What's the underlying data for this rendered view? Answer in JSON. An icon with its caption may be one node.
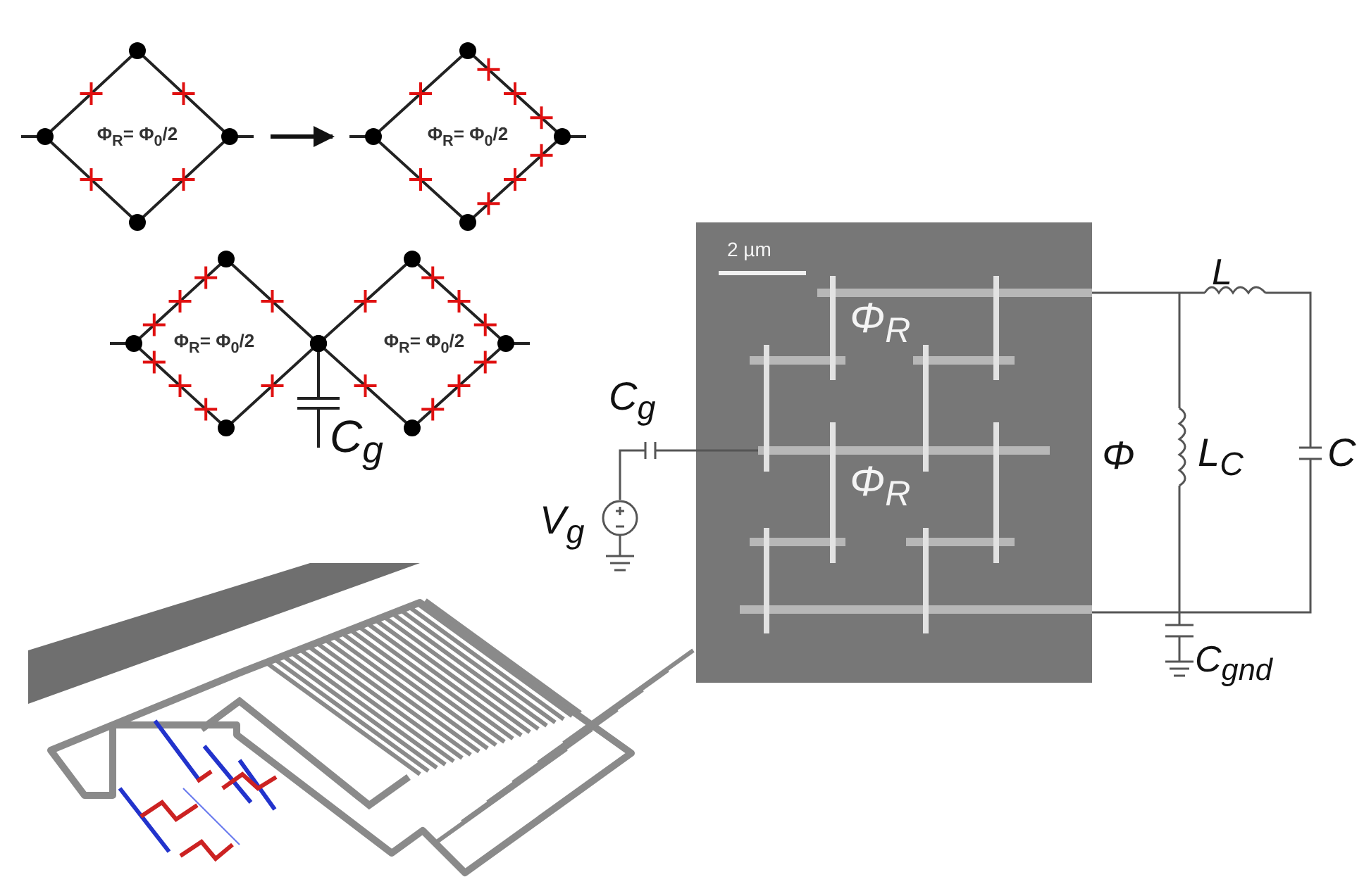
{
  "diagram": {
    "nodes": [
      {
        "text": [
          "Φ$_{R}$= Φ$_{0}$/2"
        ]
      },
      {
        "text": [
          "Φ$_{R}$= Φ$_{0}$/2"
        ]
      },
      {
        "text": [
          "Φ$_{R}$= Φ$_{0}$/2"
        ]
      },
      {
        "text": [
          "Φ$_{R}$= Φ$_{0}$/2"
        ]
      }
    ],
    "edges": [
      {
        "from": 0,
        "to": 1,
        "arrow": "to"
      }
    ],
    "labels": [
      "C$_{g}$",
      "2 µm",
      "L",
      "Φ$_{R}$",
      "C$_{g}$",
      "Φ",
      "L$_{C}$",
      "C",
      "Φ$_{R}$",
      "V$_{g}$",
      "C$_{gnd}$"
    ]
  }
}
